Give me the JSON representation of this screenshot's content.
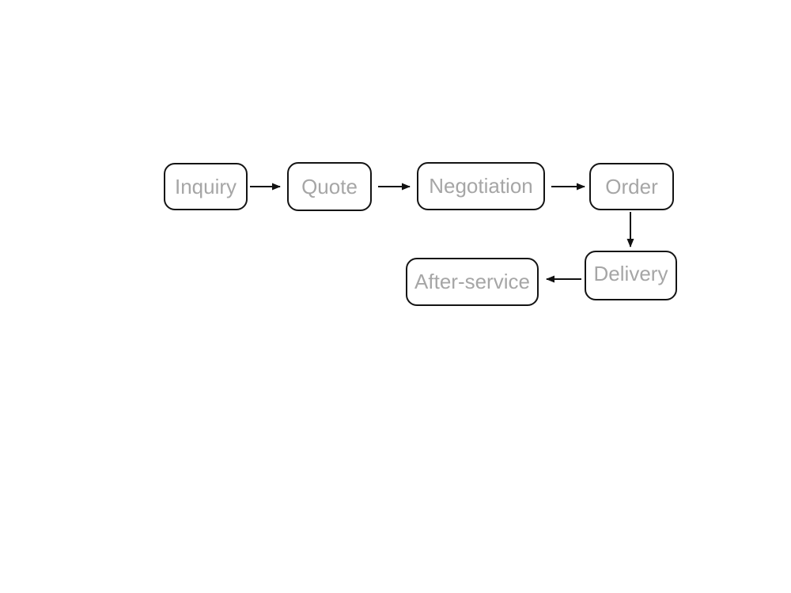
{
  "diagram": {
    "type": "flowchart",
    "title": "",
    "nodes": [
      {
        "id": "inquiry",
        "label": "Inquiry"
      },
      {
        "id": "quote",
        "label": "Quote"
      },
      {
        "id": "negotiation",
        "label": "Negotiation"
      },
      {
        "id": "order",
        "label": "Order"
      },
      {
        "id": "delivery",
        "label": "Delivery"
      },
      {
        "id": "after_service",
        "label": "After-service"
      }
    ],
    "edges": [
      {
        "from": "inquiry",
        "to": "quote",
        "direction": "right"
      },
      {
        "from": "quote",
        "to": "negotiation",
        "direction": "right"
      },
      {
        "from": "negotiation",
        "to": "order",
        "direction": "right"
      },
      {
        "from": "order",
        "to": "delivery",
        "direction": "down"
      },
      {
        "from": "delivery",
        "to": "after_service",
        "direction": "left"
      }
    ]
  },
  "colors": {
    "node_border": "#141414",
    "node_text": "#a6a6a6",
    "arrow": "#111111",
    "background": "#ffffff"
  }
}
